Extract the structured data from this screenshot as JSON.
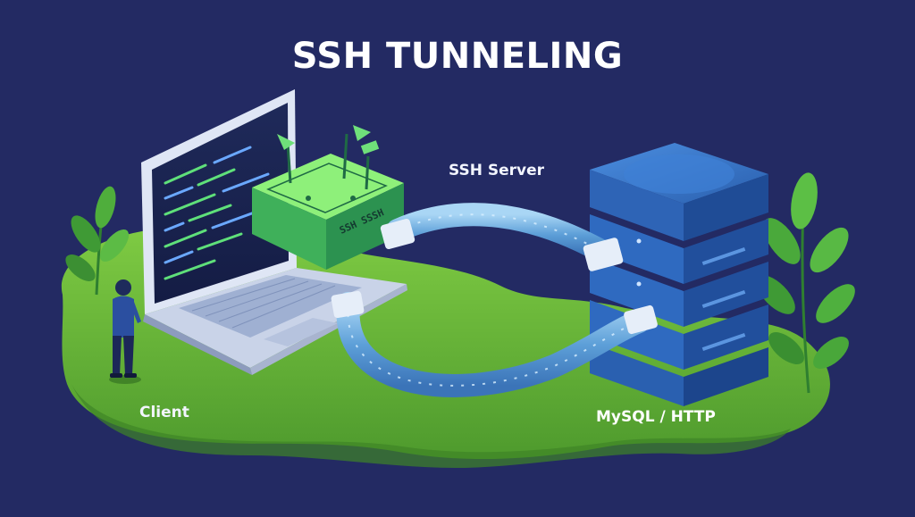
{
  "diagram": {
    "title": "SSH TUNNELING",
    "labels": {
      "client": "Client",
      "ssh_server": "SSH Server",
      "mysql_http": "MySQL / HTTP"
    },
    "device_text": "SSH SSSH"
  },
  "colors": {
    "background": "#232a63",
    "ground": "#6cb83a",
    "tunnel_box": "#4fc060",
    "server": "#2f6fc4",
    "pipe": "#7ab8e6"
  }
}
